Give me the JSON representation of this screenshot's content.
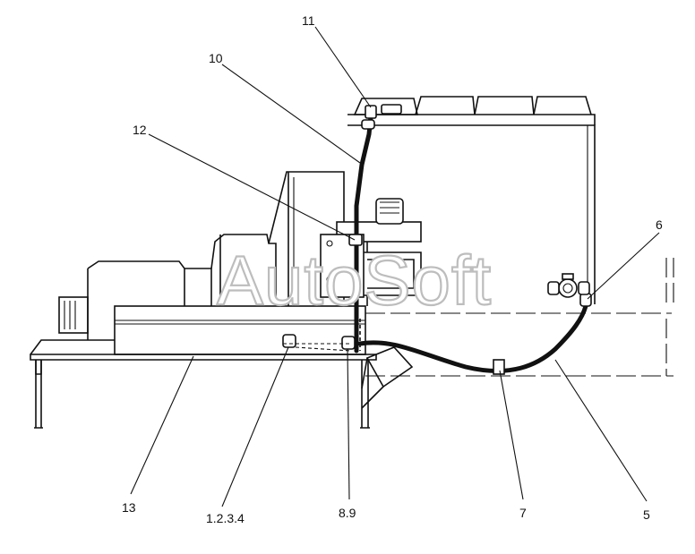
{
  "watermark": "AutoSoft",
  "callouts": [
    {
      "id": "label-11",
      "text": "11"
    },
    {
      "id": "label-10",
      "text": "10"
    },
    {
      "id": "label-12",
      "text": "12"
    },
    {
      "id": "label-6",
      "text": "6"
    },
    {
      "id": "label-13",
      "text": "13"
    },
    {
      "id": "label-1234",
      "text": "1.2.3.4"
    },
    {
      "id": "label-89",
      "text": "8.9"
    },
    {
      "id": "label-7",
      "text": "7"
    },
    {
      "id": "label-5",
      "text": "5"
    }
  ]
}
